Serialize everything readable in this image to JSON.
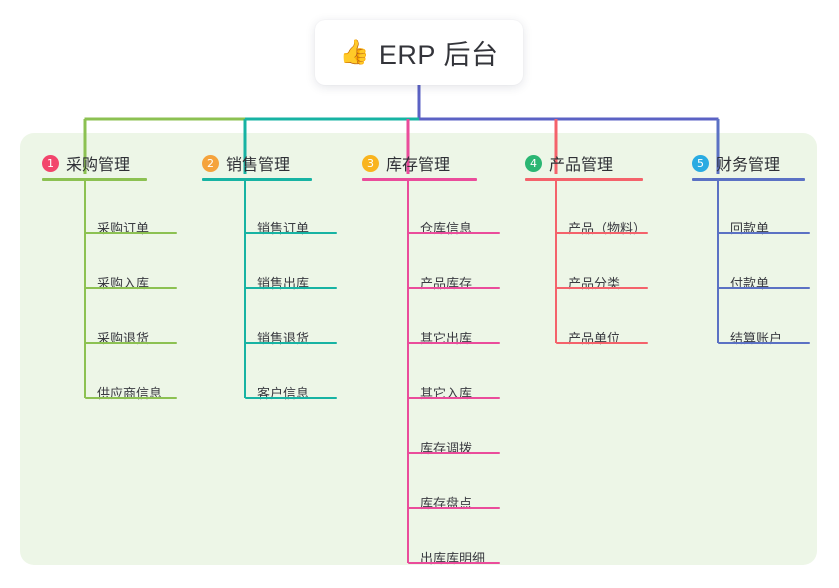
{
  "diagram": {
    "type": "mindmap-tree",
    "title": "ERP 后台",
    "root": {
      "emoji": "👍",
      "emoji_name": "thumbs-up-icon",
      "label": "ERP 后台"
    },
    "palette": {
      "canvas_bg": "#ffffff",
      "panel_bg": "#edf6e7",
      "root_bg": "#ffffff",
      "root_text": "#33343a",
      "head_text": "#2f3036",
      "leaf_text": "#3a3b41",
      "root_stem": "#5b62c4",
      "bus_left_green": "#8cc152",
      "bus_left_teal": "#17b3a3",
      "bus_right_indigo": "#5b62c4"
    },
    "branches": [
      {
        "index": "1",
        "label": "采购管理",
        "badge_color": "#f2456c",
        "line_color": "#8cc152",
        "stem_color": "#8cc152",
        "items": [
          "采购订单",
          "采购入库",
          "采购退货",
          "供应商信息"
        ]
      },
      {
        "index": "2",
        "label": "销售管理",
        "badge_color": "#f5a33c",
        "line_color": "#17b3a3",
        "stem_color": "#17b3a3",
        "items": [
          "销售订单",
          "销售出库",
          "销售退货",
          "客户信息"
        ]
      },
      {
        "index": "3",
        "label": "库存管理",
        "badge_color": "#f9b41e",
        "line_color": "#ea4c9b",
        "stem_color": "#ea4c9b",
        "items": [
          "仓库信息",
          "产品库存",
          "其它出库",
          "其它入库",
          "库存调拨",
          "库存盘点",
          "出库库明细"
        ]
      },
      {
        "index": "4",
        "label": "产品管理",
        "badge_color": "#2bb673",
        "line_color": "#f4626b",
        "stem_color": "#f4626b",
        "items": [
          "产品（物料）",
          "产品分类",
          "产品单位"
        ]
      },
      {
        "index": "5",
        "label": "财务管理",
        "badge_color": "#29abe2",
        "line_color": "#5b71c4",
        "stem_color": "#5b71c4",
        "items": [
          "回款单",
          "付款单",
          "结算账户"
        ]
      }
    ]
  }
}
